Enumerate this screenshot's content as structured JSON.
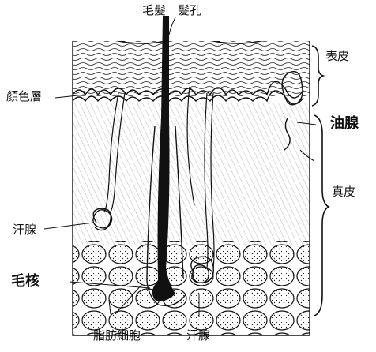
{
  "labels": {
    "hair": "毛髮",
    "pore": "髮孔",
    "epidermis": "表皮",
    "pigment_layer": "顏色層",
    "oil_gland": "油腺",
    "sweat_gland_left": "汗腺",
    "dermis": "真皮",
    "hair_root": "毛核",
    "fat_cells": "脂肪細胞",
    "sweat_gland_bottom": "汗腺"
  },
  "colors": {
    "ink": "#111111",
    "paper": "#ffffff"
  }
}
